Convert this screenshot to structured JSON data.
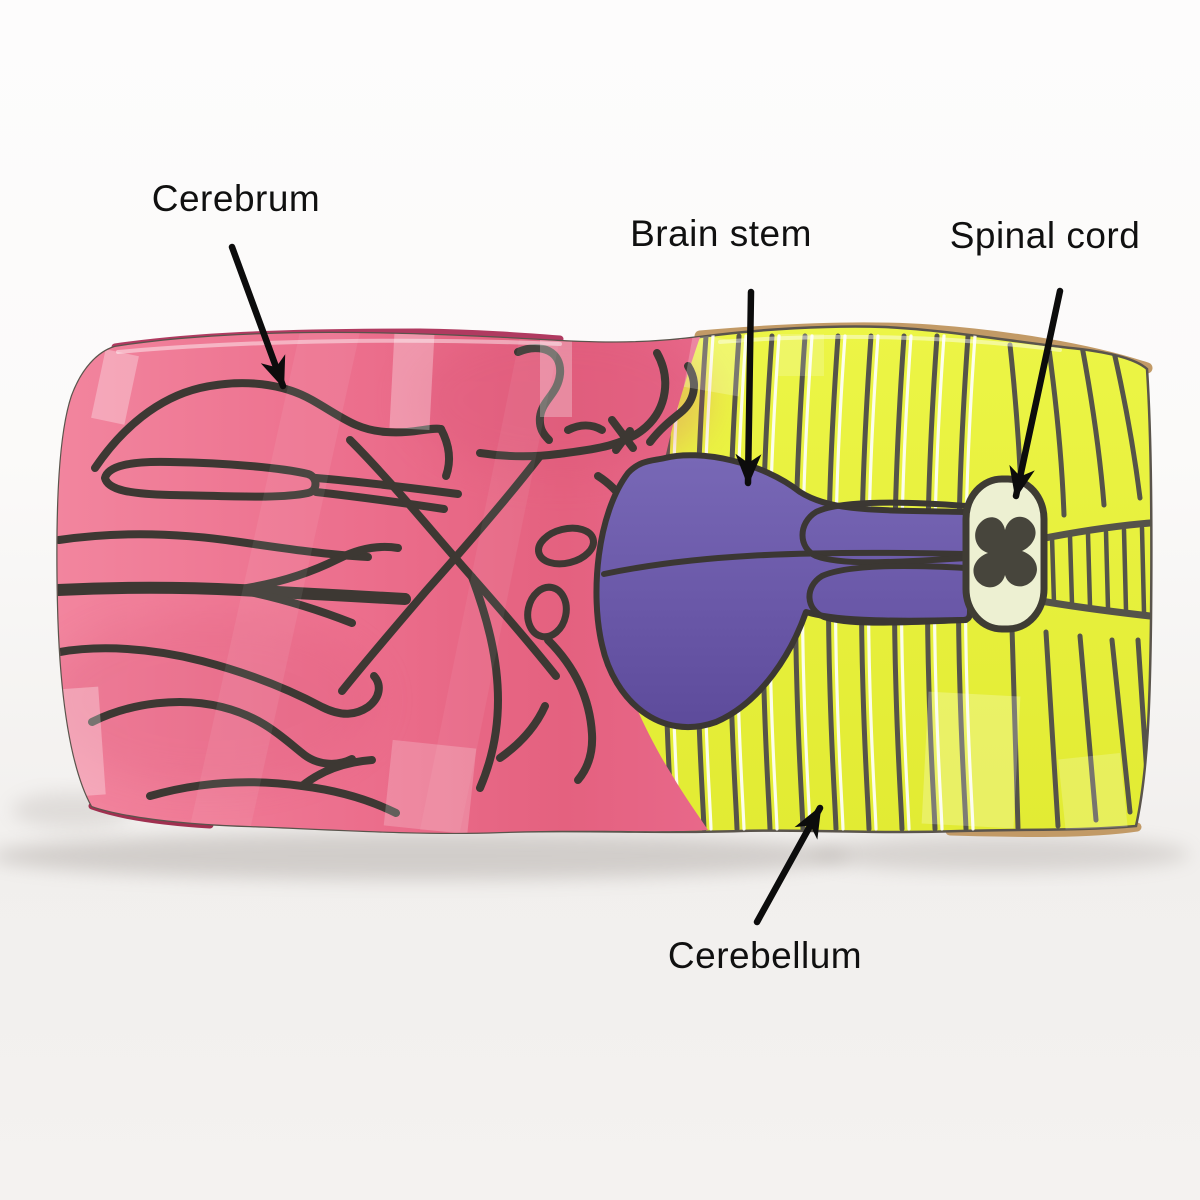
{
  "figure": {
    "kind": "labeled-anatomy-model-photo",
    "subject": "Brain sagittal-section band model with labeled parts"
  },
  "labels": {
    "cerebrum": "Cerebrum",
    "brain_stem": "Brain stem",
    "spinal_cord": "Spinal cord",
    "cerebellum": "Cerebellum"
  },
  "regions": [
    {
      "name": "cerebrum-region",
      "label": "Cerebrum",
      "color": "#ec7390"
    },
    {
      "name": "cerebellum-region",
      "label": "Cerebellum",
      "color": "#e9f23f"
    },
    {
      "name": "brainstem-region",
      "label": "Brain stem",
      "color": "#6f5caa"
    },
    {
      "name": "spinal-cord-region",
      "label": "Spinal cord",
      "color": "#eef0d2"
    }
  ],
  "colors": {
    "cerebrum_pink": "#ec7390",
    "cerebellum_yellow": "#e9f23f",
    "brainstem_purple": "#6f5caa",
    "spinal_cord_cream": "#eef0d2",
    "line_dark": "#3d3833",
    "label_text": "#101010",
    "background": "#fbfafa",
    "tan_edge": "#c29a66"
  }
}
